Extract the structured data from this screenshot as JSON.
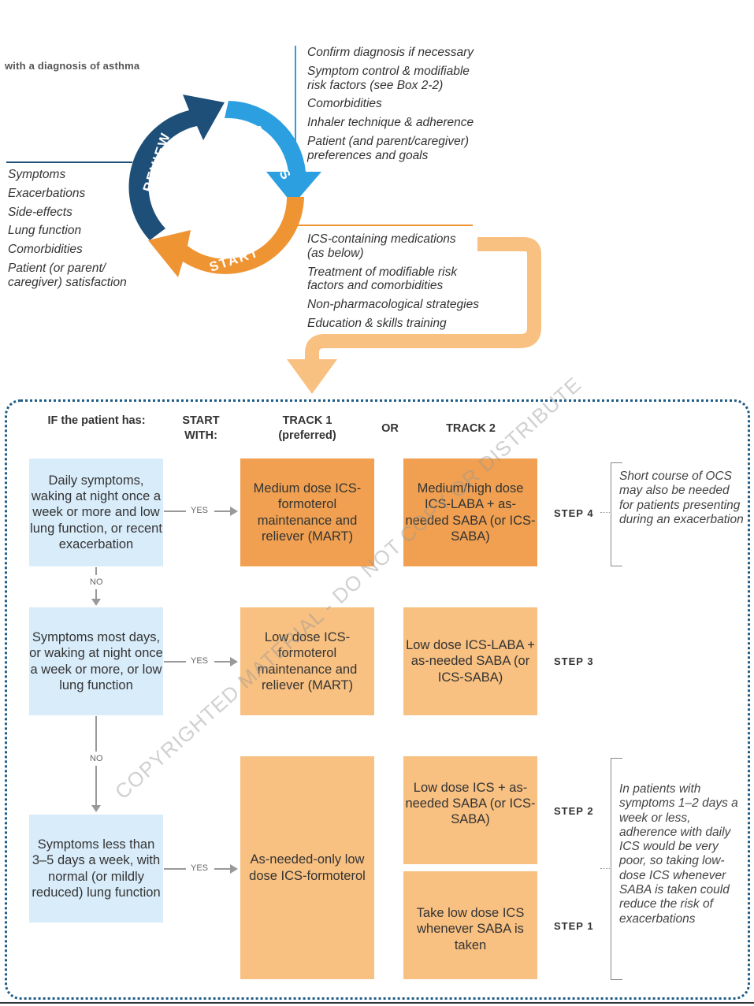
{
  "header": {
    "title_fragment": "with a diagnosis of asthma"
  },
  "cycle": {
    "review_label": "REVIEW",
    "assess_label": "ASSESS",
    "start_label": "START",
    "colors": {
      "review": "#1e4f78",
      "assess": "#2b9fe0",
      "start": "#ef9433",
      "light_orange": "#f8c081",
      "dark_orange": "#f0a050",
      "blue_box": "#d9ecfa"
    }
  },
  "assess_list": [
    "Confirm diagnosis if necessary",
    "Symptom control & modifiable risk factors (see Box 2-2)",
    "Comorbidities",
    "Inhaler technique & adherence",
    "Patient (and parent/caregiver) preferences and goals"
  ],
  "review_list": [
    "Symptoms",
    "Exacerbations",
    "Side-effects",
    "Lung function",
    "Comorbidities",
    "Patient (or parent/ caregiver) satisfaction"
  ],
  "start_list": [
    "ICS-containing medications (as below)",
    "Treatment of modifiable risk factors and comorbidities",
    "Non-pharmacological strategies",
    "Education & skills training"
  ],
  "table": {
    "col_if": "IF the patient has:",
    "col_start": "START WITH:",
    "col_track1": "TRACK 1 (preferred)",
    "col_or": "OR",
    "col_track2": "TRACK 2",
    "conditions": [
      "Daily symptoms, waking at night once a week or more and low lung function, or recent exacerbation",
      "Symptoms most days, or waking at night once a week or more, or low lung function",
      "Symptoms less than 3–5 days a week, with normal (or mildly reduced) lung function"
    ],
    "yes_label": "YES",
    "no_label": "NO",
    "track1": [
      "Medium dose ICS-formoterol maintenance and reliever (MART)",
      "Low dose ICS-formoterol maintenance and reliever (MART)",
      "As-needed-only low dose ICS-formoterol"
    ],
    "track2": [
      "Medium/high dose ICS-LABA + as-needed SABA (or ICS-SABA)",
      "Low dose ICS-LABA + as-needed SABA (or ICS-SABA)",
      "Low dose ICS + as-needed SABA (or ICS-SABA)",
      "Take low dose ICS whenever SABA is taken"
    ],
    "steps": [
      "STEP 4",
      "STEP 3",
      "STEP 2",
      "STEP 1"
    ],
    "note_step4": "Short course of OCS may also be needed for patients presenting during an exacerbation",
    "note_step12": "In patients with symptoms 1–2 days a week or less, adherence with daily ICS would be very poor, so taking low-dose ICS whenever SABA is taken could reduce the risk of exacerbations"
  },
  "watermark": "COPYRIGHTED MATERIAL - DO NOT COPY OR DISTRIBUTE"
}
